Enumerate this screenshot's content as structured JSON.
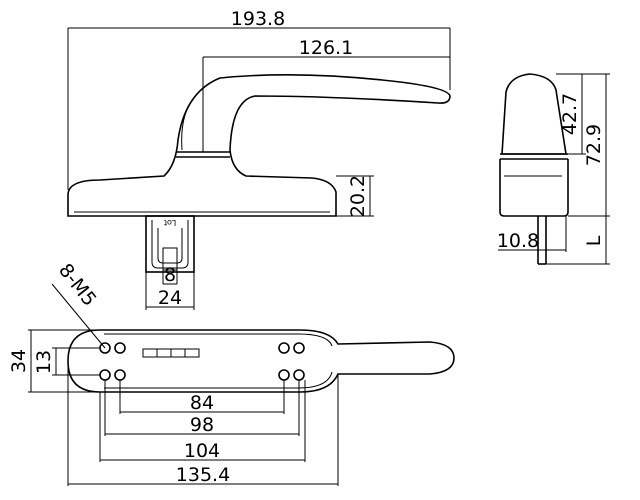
{
  "front_view": {
    "overall_width": "193.8",
    "lever_length": "126.1",
    "base_height": "20.2",
    "spindle_square": "8",
    "spindle_width": "24",
    "spindle_mark": "Lot"
  },
  "side_view": {
    "upper_height": "42.7",
    "total_height": "72.9",
    "spindle_offset": "10.8",
    "spindle_length": "L"
  },
  "bottom_view": {
    "screw_callout": "8-M5",
    "plate_height": "34",
    "hole_vertical_spacing": "13",
    "hole_spacing_inner": "84",
    "hole_spacing_mid": "98",
    "hole_spacing_outer": "104",
    "plate_length": "135.4"
  }
}
